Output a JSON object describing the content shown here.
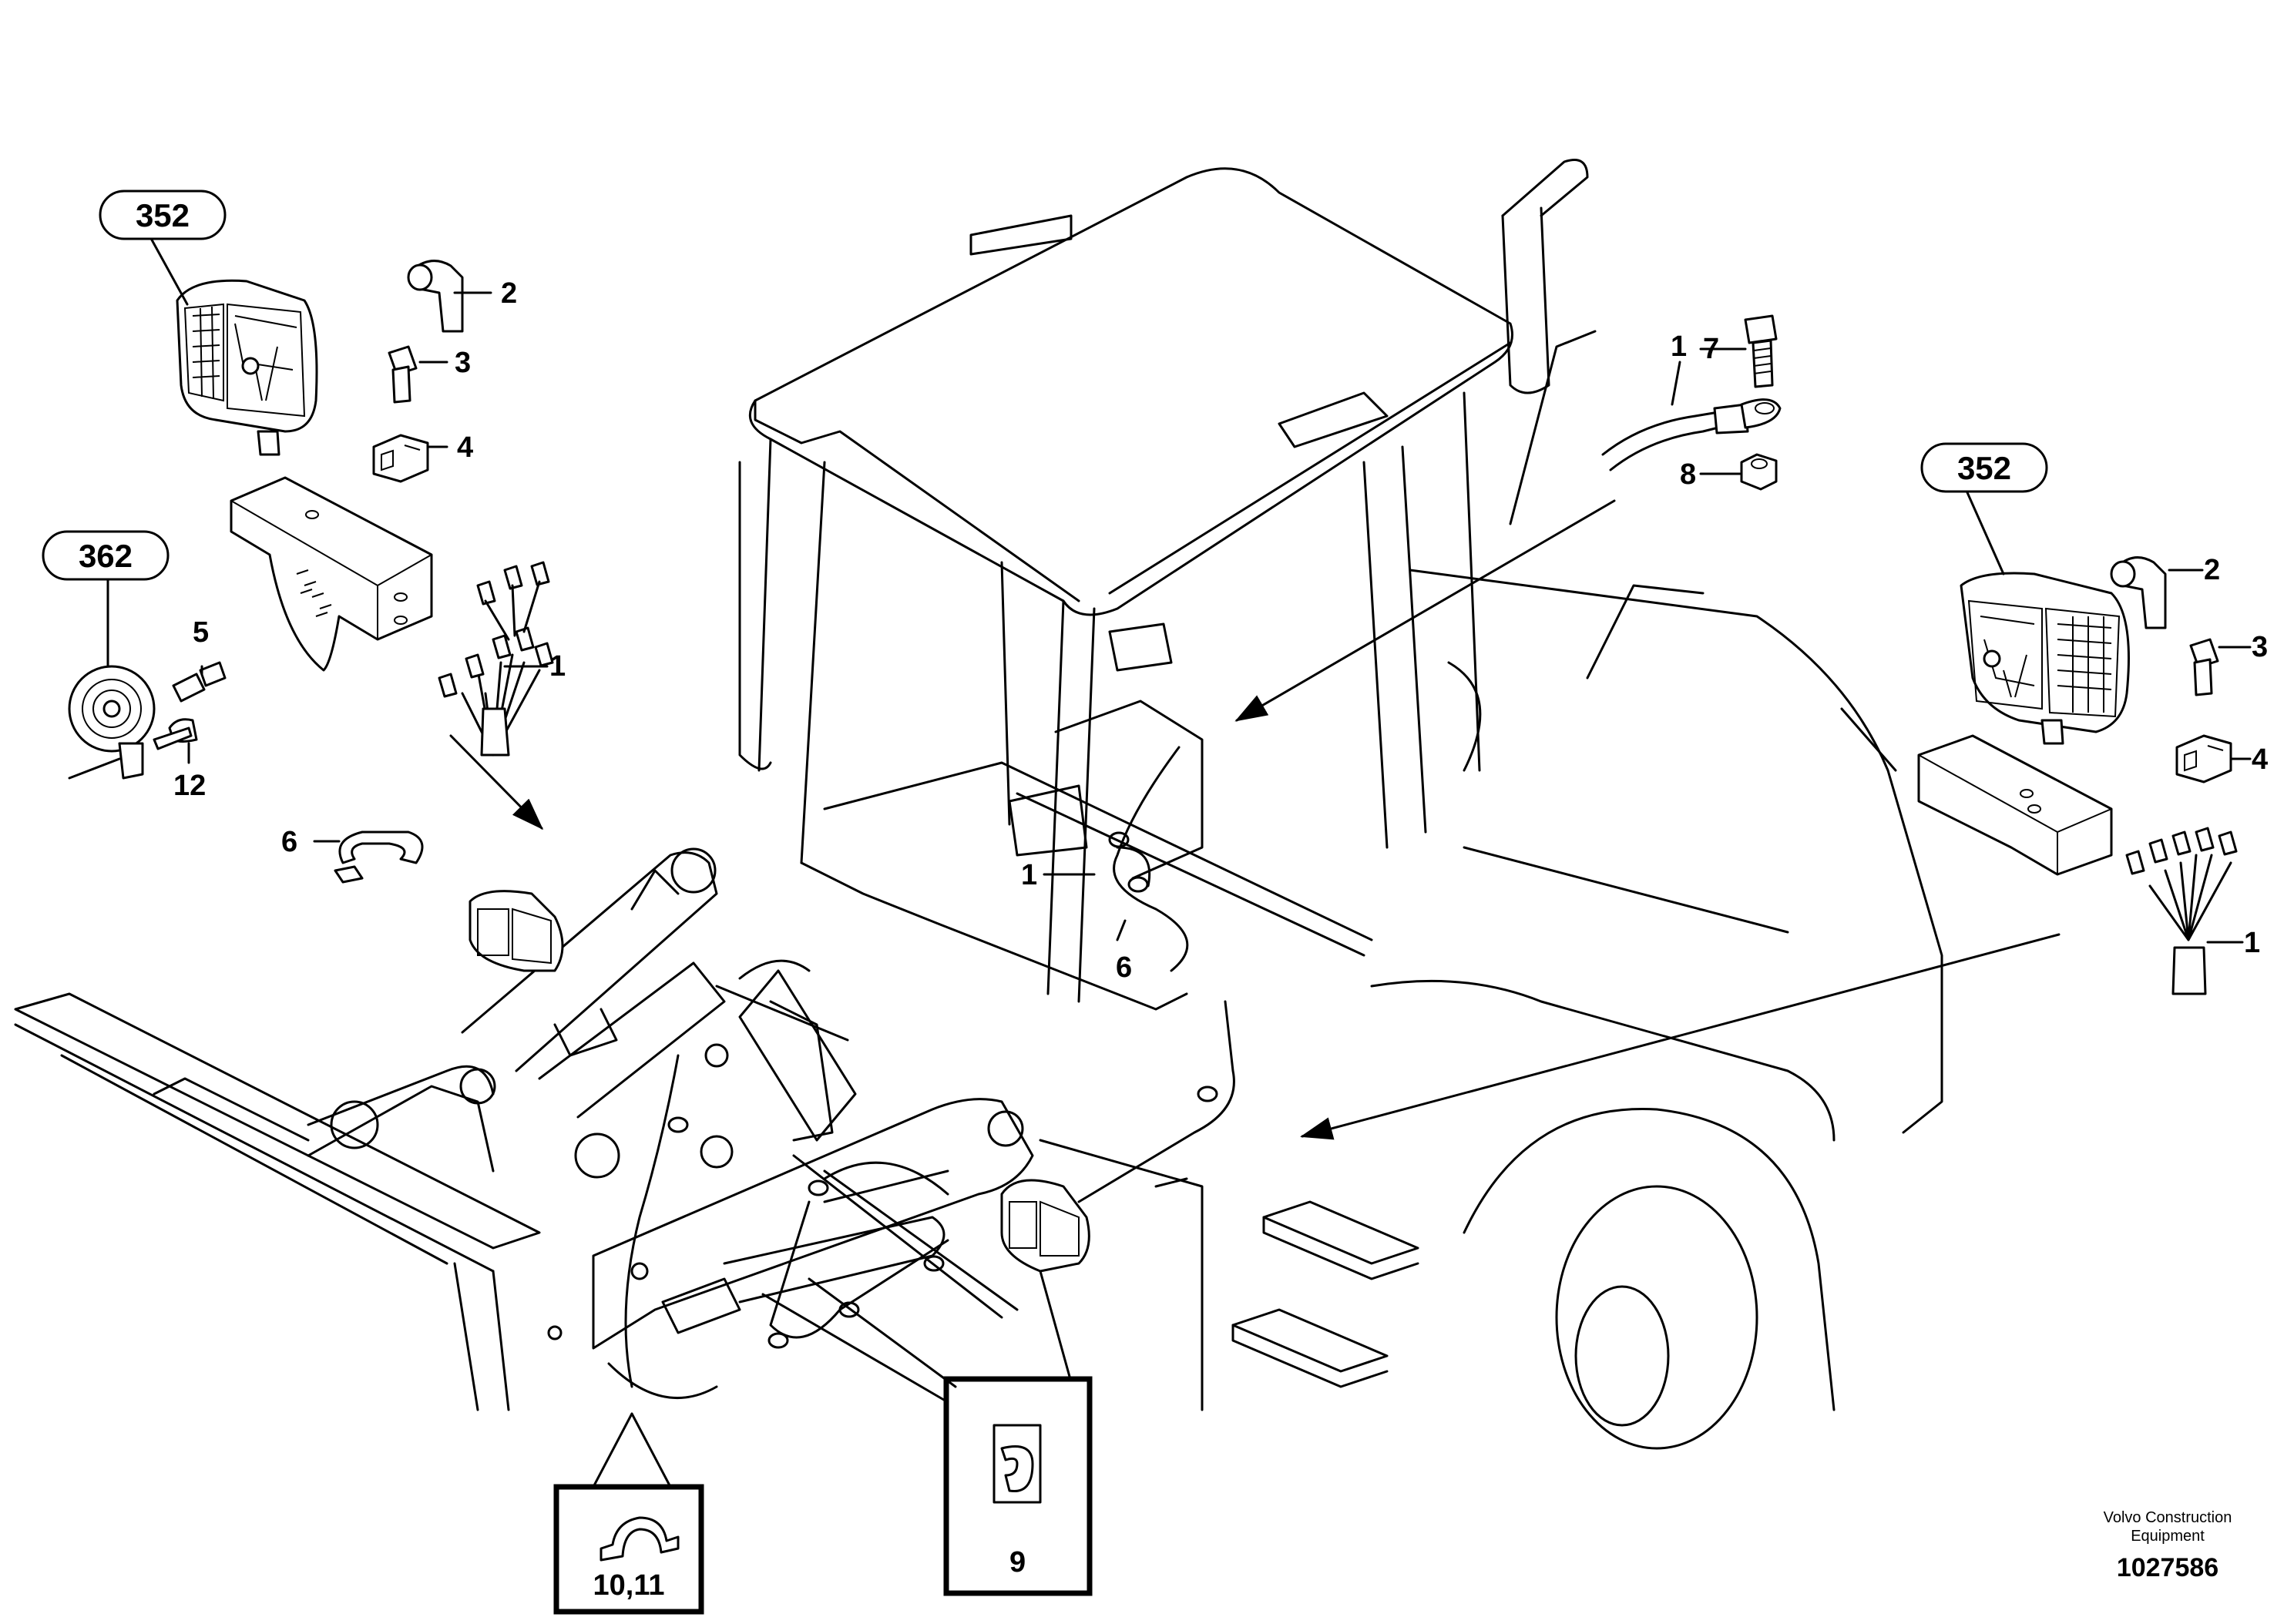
{
  "bubbles": {
    "top_left": "352",
    "right": "352",
    "horn": "362"
  },
  "callouts": {
    "tl_2": "2",
    "tl_3": "3",
    "tl_4": "4",
    "tl_1": "1",
    "horn_5": "5",
    "horn_12": "12",
    "clamp_6": "6",
    "cab_1": "1",
    "cab_6": "6",
    "ground_1": "1",
    "ground_7": "7",
    "ground_8": "8",
    "r_2": "2",
    "r_3": "3",
    "r_4": "4",
    "r_1": "1",
    "detail_9": "9",
    "detail_10_11": "10,11"
  },
  "footer": {
    "company_line1": "Volvo Construction",
    "company_line2": "Equipment",
    "drawing_number": "1027586"
  }
}
